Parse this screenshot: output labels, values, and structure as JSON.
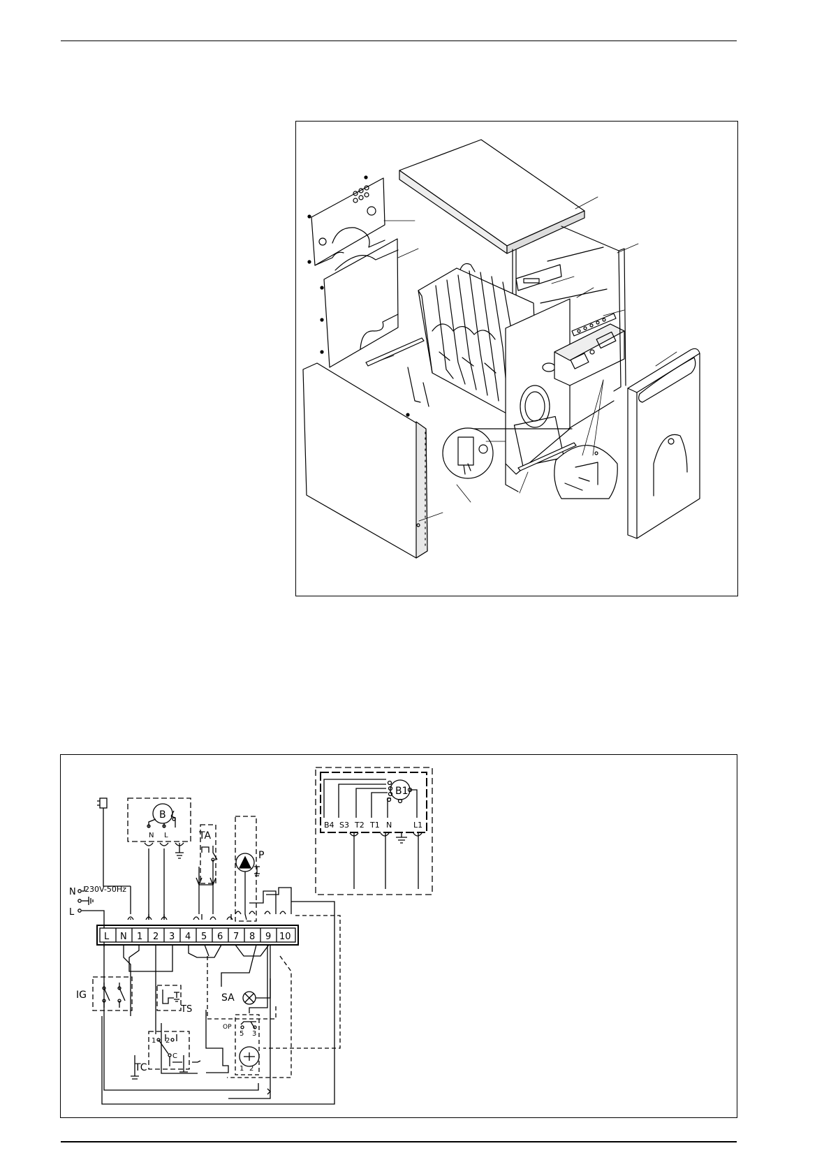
{
  "wiring_diagram": {
    "supply": {
      "label": "230V-50Hz",
      "terminal_labels": [
        "N",
        "L"
      ]
    },
    "terminal_block": {
      "terminals": [
        "L",
        "N",
        "1",
        "2",
        "3",
        "4",
        "5",
        "6",
        "7",
        "8",
        "9",
        "10"
      ]
    },
    "components": {
      "burner": "B",
      "burner_pins": [
        "N",
        "L"
      ],
      "room_thermostat": "TA",
      "pump": "P",
      "main_switch": "IG",
      "safety_lamp": "SA",
      "safety_thermostat": "TS",
      "boiler_thermostat": "TC",
      "thermostat_contacts": [
        "1",
        "2",
        "C"
      ],
      "timer": "OP",
      "timer_contacts": [
        "5",
        "3",
        "1",
        "2"
      ],
      "burner_connector": "B1",
      "connector_pins": [
        "B4",
        "S3",
        "T2",
        "T1",
        "N",
        "L1"
      ]
    }
  }
}
